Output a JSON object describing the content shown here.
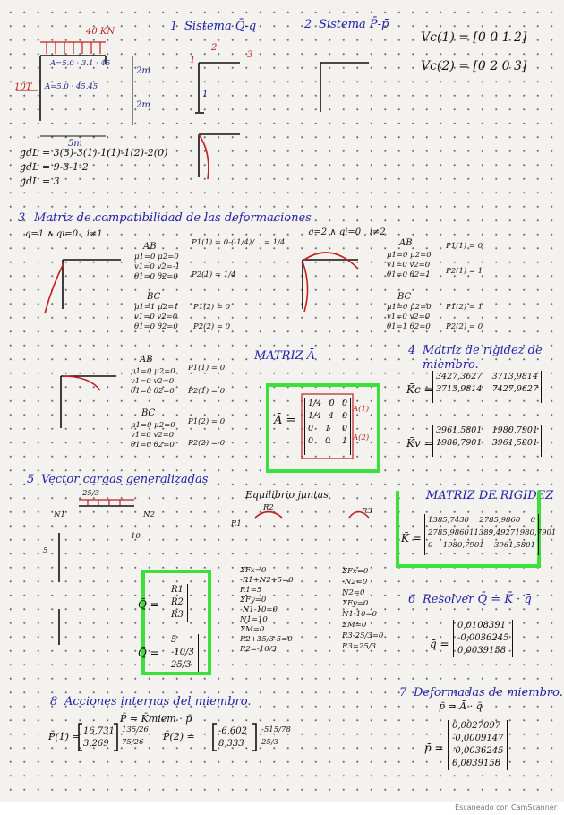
{
  "top_left": {
    "load_q": "40 KN",
    "beam_section": "A=5.0 · 3.1 · 45",
    "col_section": "A=5.0 · 45.45",
    "lateral_load": "10T",
    "h1": "2m",
    "h2": "2m",
    "span": "5m",
    "gdl1": "gdL = 3(3)-3(1)-1(1)-1(2)-2(0)",
    "gdl2": "gdL = 9-3-1-2",
    "gdl3": "gdL = 3"
  },
  "s1": {
    "num": "1",
    "title": "Sistema Q̄-q̄",
    "node1": "1",
    "node2": "2",
    "node3": "3",
    "elem": "1"
  },
  "s2": {
    "num": "2",
    "title": "Sistema P̄-p̄",
    "vc1": "Vc(1) = [0 0 1 2]",
    "vc2": "Vc(2) = [0 2 0 3]"
  },
  "s3": {
    "num": "3",
    "title": "Matriz de compatibilidad de las deformaciones",
    "case1": "q=1 ∧ qi=0 , i≠1",
    "case2": "q=2 ∧ qi=0 , i≠2",
    "ab": "AB",
    "bc": "BC",
    "a1_ab": [
      "μ1=0  μ2=0",
      "v1=0  v2=-1",
      "θ1=0  θ2=0"
    ],
    "p1_1": "P1(1) = 0-(-1/4)/... = 1/4",
    "p2_1": "P2(1) = 1/4",
    "a1_bc": [
      "μ1=1  μ2=1",
      "v1=0  v2=0",
      "θ1=0  θ2=0"
    ],
    "p1_2": "P1(2) = 0",
    "p2_2": "P2(2) = 0",
    "b_ab": [
      "μ1=0  μ2=0",
      "v1=0  v2=0",
      "θ1=0  θ2=1"
    ],
    "bp1": "P1(1) = 0",
    "bp2": "P2(1) = 1",
    "b_bc": [
      "μ1=0  μ2=0",
      "v1=0  v2=0",
      "θ1=1  θ2=0"
    ],
    "bp3": "P1(2) = 1",
    "bp4": "P2(2) = 0",
    "c_ab": [
      "μ1=0  μ2=0",
      "v1=0  v2=0",
      "θ1=0  θ2=0"
    ],
    "cp1": "P1(1) = 0",
    "cp2": "P2(1) = 0",
    "c_bc": [
      "μ1=0  μ2=0",
      "v1=0  v2=0",
      "θ1=0  θ2=0"
    ],
    "cp3": "P1(2) = 0",
    "cp4": "P2(2) = 0"
  },
  "matriz_a": {
    "title": "MATRIZ Ā",
    "label": "Ā =",
    "rows": [
      [
        "1/4",
        "0",
        "0"
      ],
      [
        "1/4",
        "1",
        "0"
      ],
      [
        "0",
        "1",
        "0"
      ],
      [
        "0",
        "0",
        "1"
      ]
    ],
    "tag1": "A(1)",
    "tag2": "A(2)"
  },
  "s4": {
    "num": "4",
    "title": "Matriz de rigidez de miembro.",
    "kc_label": "K̄c =",
    "kc": [
      [
        "3427,3627",
        "3713,9814"
      ],
      [
        "3713,9814",
        "7427,9627"
      ]
    ],
    "kv_label": "K̄v =",
    "kv": [
      [
        "3961,5801",
        "1980,7901"
      ],
      [
        "1980,7901",
        "3961,5801"
      ]
    ]
  },
  "s5": {
    "num": "5",
    "title": "Vector cargas generalizadas",
    "load_lbl": "25/3",
    "n1": "N1",
    "n2": "N2",
    "r1": "R1",
    "r2": "R2",
    "r3": "R3",
    "v5": "5",
    "v10": "10",
    "q_label": "Q̄ =",
    "q_sym": [
      "R1",
      "R2",
      "R3"
    ],
    "q_val_label": "Q̄ =",
    "q_val": [
      "5",
      "-10/3",
      "25/3"
    ]
  },
  "equilibrio": {
    "title": "Equilibrio juntas",
    "eqA": [
      "ΣFx=0",
      "-R1+N2+5=0",
      "R1=5",
      "ΣFy=0",
      "-N1-10=0",
      "N1=10",
      "ΣM=0",
      "R2+35/3-5=0",
      "R2=-10/3"
    ],
    "eqB": [
      "ΣFx=0",
      "-N2=0",
      "N2=0",
      "ΣFy=0",
      "N1-10=0",
      "ΣM=0",
      "R3-25/3=0",
      "R3=25/3"
    ]
  },
  "matriz_k": {
    "title": "MATRIZ DE RIGIDEZ",
    "label": "K̄ =",
    "rows": [
      [
        "1385,7430",
        "2785,9860",
        "0"
      ],
      [
        "2785,9860",
        "11389,4927",
        "1980,7901"
      ],
      [
        "0",
        "1980,7901",
        "3961,5801"
      ]
    ]
  },
  "s6": {
    "num": "6",
    "title": "Resolver Q̄ = K̄ · q̄",
    "q_label": "q̄ =",
    "q": [
      "0,0108391",
      "-0,0036245",
      "0,0039158"
    ]
  },
  "s7": {
    "num": "7",
    "title": "Deformadas de miembro.",
    "eq": "p̄ = Ā · q̄",
    "p_label": "p̄ =",
    "p": [
      "0,0027097",
      "-0,0009147",
      "-0,0036245",
      "0,0039158"
    ]
  },
  "s8": {
    "num": "8",
    "title": "Acciones internas del miembro.",
    "eq": "P̄ = K̄miem · p̄",
    "p1_label": "P̄(1) =",
    "p1": [
      "16,731",
      "3,269"
    ],
    "p1b": [
      "135/26",
      "75/26"
    ],
    "p2_label": "P̄(2) =",
    "p2": [
      "-6,602",
      "8,333"
    ],
    "p2b": [
      "-515/78",
      "25/3"
    ]
  },
  "footer": {
    "scanner": "Escaneado con CamScanner"
  }
}
